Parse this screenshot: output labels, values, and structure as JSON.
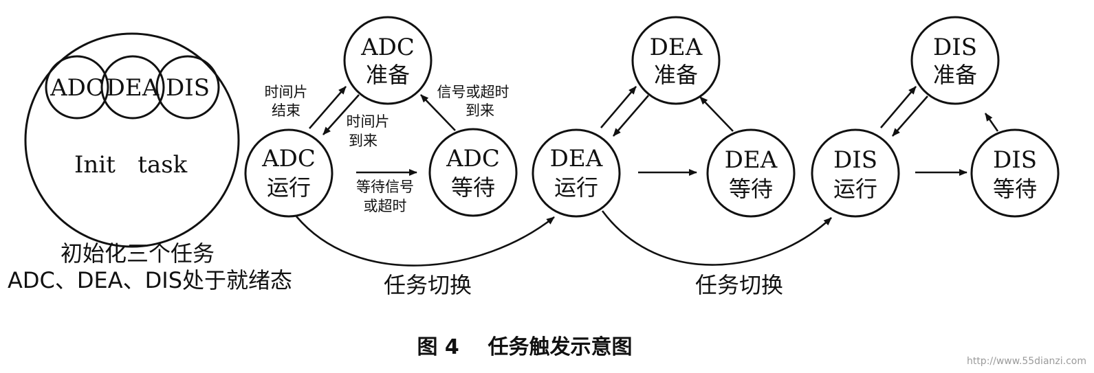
{
  "init": {
    "adc": "ADC",
    "dea": "DEA",
    "dis": "DIS",
    "caption": "Init   task",
    "note_line1": "初始化三个任务",
    "note_line2": "ADC、DEA、DIS处于就绪态"
  },
  "adc": {
    "ready": [
      "ADC",
      "准备"
    ],
    "run": [
      "ADC",
      "运行"
    ],
    "wait": [
      "ADC",
      "等待"
    ],
    "slice_end": [
      "时间片",
      "结束"
    ],
    "slice_come": [
      "时间片",
      "到来"
    ],
    "signal_come": [
      "信号或超时",
      "到来"
    ],
    "wait_signal": [
      "等待信号",
      "或超时"
    ]
  },
  "dea": {
    "ready": [
      "DEA",
      "准备"
    ],
    "run": [
      "DEA",
      "运行"
    ],
    "wait": [
      "DEA",
      "等待"
    ]
  },
  "dis": {
    "ready": [
      "DIS",
      "准备"
    ],
    "run": [
      "DIS",
      "运行"
    ],
    "wait": [
      "DIS",
      "等待"
    ]
  },
  "switch": [
    "任务切换",
    "任务切换"
  ],
  "figure_caption": "图 4    任务触发示意图",
  "watermark": "http://www.55dianzi.com"
}
